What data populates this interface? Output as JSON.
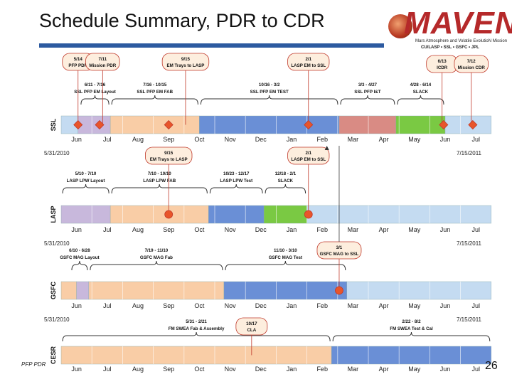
{
  "title": "Schedule Summary, PDR to CDR",
  "page_number": "26",
  "footer": "PFP PDR",
  "logo": {
    "name": "MAVEN",
    "tagline": "Mars Atmosphere and Volatile EvolutioN Mission",
    "partners": "CU/LASP • SSL • GSFC • JPL"
  },
  "months": [
    "Jun",
    "Jul",
    "Aug",
    "Sep",
    "Oct",
    "Nov",
    "Dec",
    "Jan",
    "Feb",
    "Mar",
    "Apr",
    "May",
    "Jun",
    "Jul"
  ],
  "start_date": "5/31/2010",
  "end_date": "7/15/2011",
  "colors": {
    "lavender": "#c8b8dc",
    "peach": "#f9cda6",
    "blue": "#6a8fd6",
    "green": "#7ac943",
    "rose": "#d98b84",
    "lightblue": "#c4dbf1",
    "milestone": "#e8552a",
    "outline": "#c0392b"
  },
  "rows": [
    {
      "name": "SSL",
      "milestones": [
        {
          "text": "5/14 PFP PDR"
        },
        {
          "text": "7/11 Mission PDR"
        },
        {
          "text": "9/15 EM Trays to LASP"
        },
        {
          "text": "2/1 LASP EM to SSL"
        },
        {
          "text": "6/13 ICDR"
        },
        {
          "text": "7/12 Mission CDR"
        }
      ],
      "phases": [
        {
          "dates": "6/11 - 7/16",
          "name": "SSL PFP EM Layout"
        },
        {
          "dates": "7/16 - 10/15",
          "name": "SSL PFP EM FAB"
        },
        {
          "dates": "10/16 - 3/2",
          "name": "SSL PFP EM TEST"
        },
        {
          "dates": "3/3 - 4/27",
          "name": "SSL PFP I&T"
        },
        {
          "dates": "4/28 - 6/14",
          "name": "SLACK"
        }
      ]
    },
    {
      "name": "LASP",
      "milestones": [
        {
          "text": "9/15 EM Trays to LASP"
        },
        {
          "text": "2/1 LASP EM to SSL"
        }
      ],
      "phases": [
        {
          "dates": "5/10 - 7/10",
          "name": "LASP LPW Layout"
        },
        {
          "dates": "7/10 - 10/10",
          "name": "LASP LPW FAB"
        },
        {
          "dates": "10/23 - 12/17",
          "name": "LASP LPW Test"
        },
        {
          "dates": "12/18 - 2/1",
          "name": "SLACK"
        }
      ]
    },
    {
      "name": "GSFC",
      "milestones": [
        {
          "text": "3/1 GSFC MAG to SSL"
        }
      ],
      "phases": [
        {
          "dates": "6/10 - 6/28",
          "name": "GSFC MAG Layout"
        },
        {
          "dates": "7/19 - 11/10",
          "name": "GSFC MAG Fab"
        },
        {
          "dates": "11/10 - 3/10",
          "name": "GSFC MAG Test"
        }
      ]
    },
    {
      "name": "CESR",
      "milestones": [
        {
          "text": "10/17 CLA"
        }
      ],
      "phases": [
        {
          "dates": "5/31 - 2/21",
          "name": "FM SWEA Fab & Assembly"
        },
        {
          "dates": "2/22 - 8/2",
          "name": "FM SWEA Test & Cal"
        }
      ]
    }
  ]
}
